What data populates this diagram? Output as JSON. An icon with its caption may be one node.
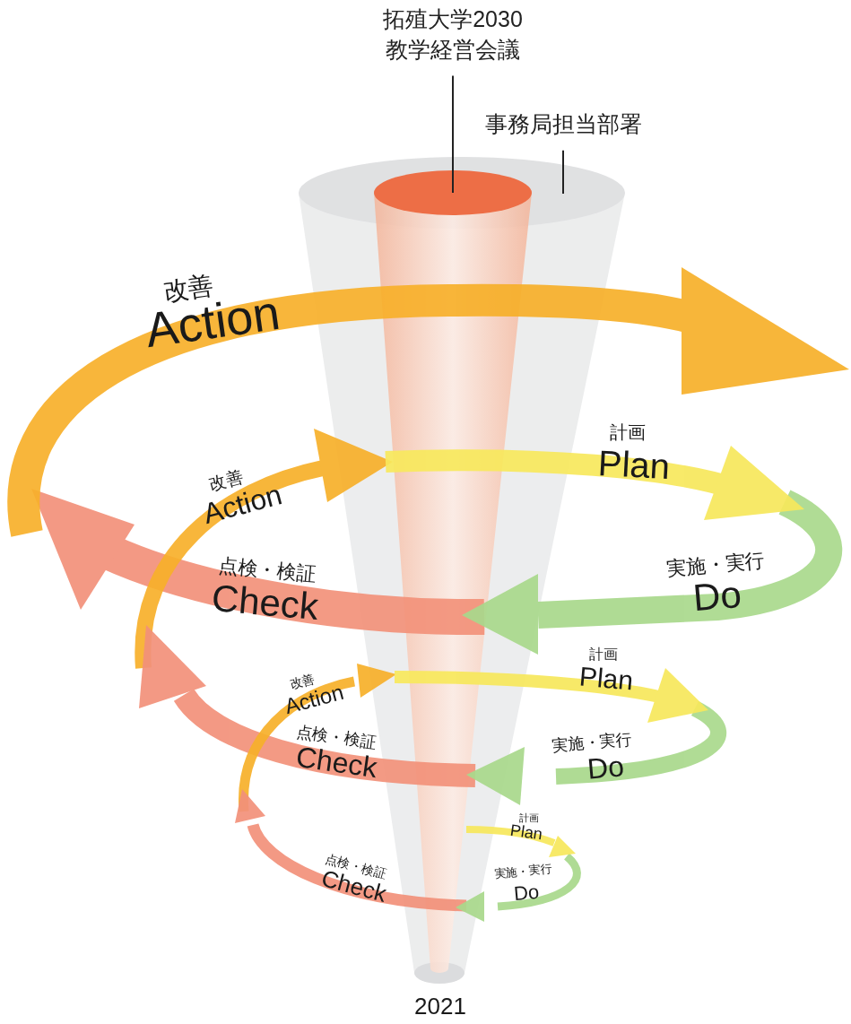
{
  "diagram": {
    "nodes": [
      {
        "text": [
          "拓殖大学2030教学経営会議"
        ]
      },
      {
        "text": [],
        "shape": "cone",
        "in": 3
      },
      {
        "text": [
          "事務局担当部署"
        ]
      },
      {
        "text": [],
        "shape": "cone"
      }
    ],
    "edges": [
      {
        "from": 0,
        "to": 1,
        "arrow": "none"
      },
      {
        "from": 2,
        "to": 3,
        "arrow": "none"
      }
    ],
    "labels": [
      "改善",
      "Action",
      "計画",
      "Plan",
      "改善",
      "Action",
      "実施・実行",
      "Do",
      "点検・検証",
      "Check",
      "計画",
      "Plan",
      "改善",
      "Action",
      "実施・実行",
      "Do",
      "点検・検証",
      "Check",
      "計画",
      "Plan",
      "点検・検証",
      "Check",
      "実施・実行",
      "Do",
      "2021"
    ]
  }
}
